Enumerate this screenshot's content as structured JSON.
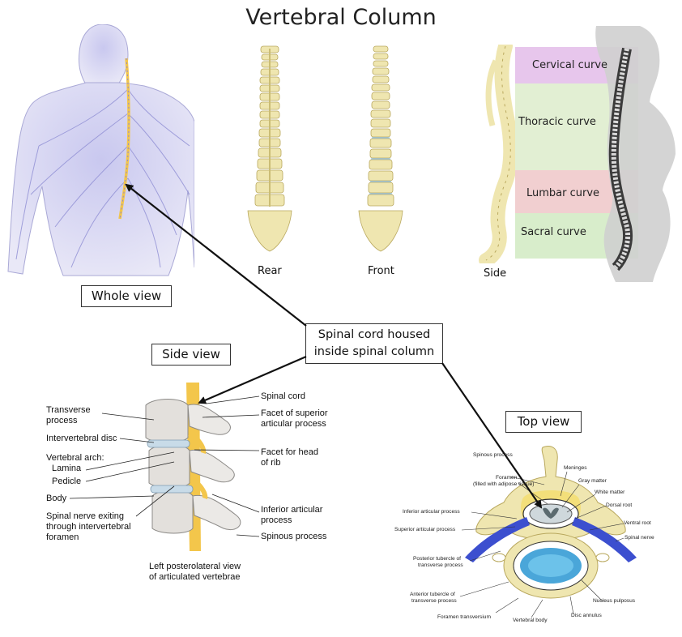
{
  "title": "Vertebral Column",
  "views": {
    "whole": "Whole view",
    "side": "Side view",
    "top": "Top view"
  },
  "callout": {
    "line1": "Spinal cord housed",
    "line2": "inside spinal column"
  },
  "column_labels": {
    "rear": "Rear",
    "front": "Front",
    "side": "Side"
  },
  "curves": {
    "cervical": "Cervical curve",
    "thoracic": "Thoracic curve",
    "lumbar": "Lumbar curve",
    "sacral": "Sacral curve"
  },
  "curve_colors": {
    "cervical": "#e7c6ec",
    "thoracic": "#e2efd3",
    "lumbar": "#f1cfd0",
    "sacral": "#d8edcb"
  },
  "side_labels": {
    "transverse_1": "Transverse",
    "transverse_2": "process",
    "intervertebral_disc": "Intervertebral disc",
    "vertebral_arch": "Vertebral arch:",
    "lamina": "Lamina",
    "pedicle": "Pedicle",
    "body": "Body",
    "spinal_nerve_1": "Spinal nerve exiting",
    "spinal_nerve_2": "through intervertebral",
    "spinal_nerve_3": "foramen",
    "spinal_cord": "Spinal cord",
    "facet_superior_1": "Facet of superior",
    "facet_superior_2": "articular process",
    "facet_head_1": "Facet for head",
    "facet_head_2": "of rib",
    "inferior_articular_1": "Inferior articular",
    "inferior_articular_2": "process",
    "spinous_process": "Spinous process",
    "caption_1": "Left posterolateral view",
    "caption_2": "of articulated vertebrae"
  },
  "top_labels": {
    "spinous_process": "Spinous process",
    "foramen_1": "Foramen",
    "foramen_2": "(filled with adipose tissue)",
    "inferior_articular": "Inferior articular process",
    "superior_articular": "Superior articular process",
    "posterior_tubercle_1": "Posterior tubercle of",
    "posterior_tubercle_2": "transverse process",
    "anterior_tubercle_1": "Anterior tubercle of",
    "anterior_tubercle_2": "transverse process",
    "foramen_transversarium": "Foramen transversium",
    "vertebral_body": "Vertebral body",
    "meninges": "Meninges",
    "gray_matter": "Gray matter",
    "white_matter": "White matter",
    "dorsal_root": "Dorsal root",
    "ventral_root": "Ventral root",
    "spinal_nerve": "Spinal nerve",
    "nucleus_pulposus": "Nucleus pulposus",
    "disc_annulus": "Disc annulus"
  },
  "colors": {
    "bone": "#efe6b0",
    "bone_stroke": "#b9a85e",
    "nerve_blue": "#3c4fcf",
    "spinal_yellow": "#f3c64b",
    "body_violet": "#8d86d9"
  }
}
